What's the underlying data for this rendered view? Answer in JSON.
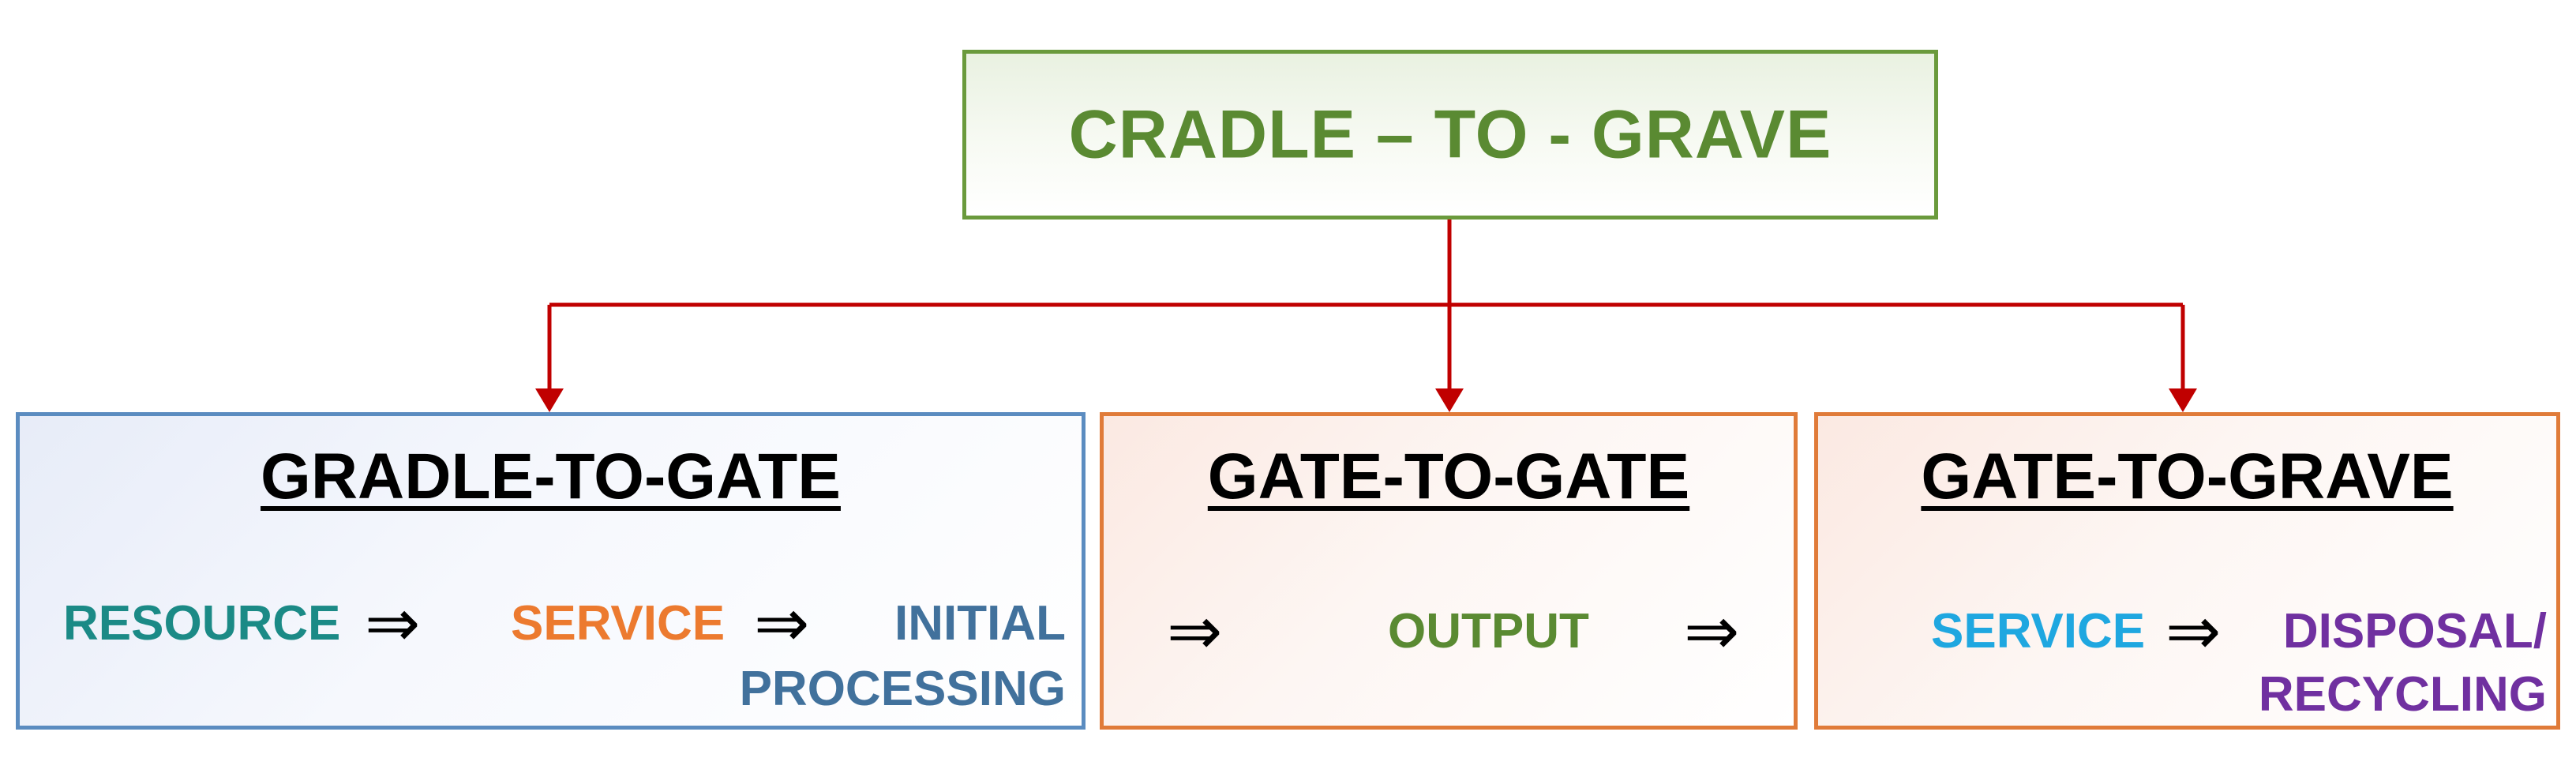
{
  "colors": {
    "connector": "#c00000",
    "top_border": "#6a9a3c",
    "left_border": "#5b8cc0",
    "side_border": "#e07b39"
  },
  "top": {
    "title": "CRADLE – TO - GRAVE"
  },
  "left": {
    "heading": "GRADLE-TO-GATE",
    "resource": "RESOURCE",
    "service": "SERVICE",
    "initial": "INITIAL",
    "processing": "PROCESSING",
    "arrow1": "⇒",
    "arrow2": "⇒"
  },
  "middle": {
    "heading": "GATE-TO-GATE",
    "output": "OUTPUT",
    "arrow1": "⇒",
    "arrow2": "⇒"
  },
  "right": {
    "heading": "GATE-TO-GRAVE",
    "service": "SERVICE",
    "disposal": "DISPOSAL/",
    "recycling": "RECYCLING",
    "arrow1": "⇒"
  }
}
